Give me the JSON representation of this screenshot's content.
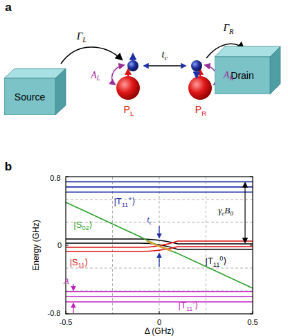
{
  "diagram": {
    "nodes": [
      {
        "text": [
          "Source"
        ]
      },
      {
        "text": [
          "Drain"
        ]
      }
    ],
    "labels": [
      "a",
      "ΓL",
      "tc",
      "ΓR",
      "AL",
      "AR",
      "PL",
      "PR",
      "b",
      "0.8",
      "0",
      "-0.8",
      "-0.5",
      "0",
      "0.5",
      "Δ (GHz)",
      "Energy (GHz)",
      "|T11+⟩",
      "γeB0",
      "|S02⟩",
      "tc",
      "|S11⟩",
      "|T110⟩",
      "A",
      "|T11-⟩"
    ]
  }
}
